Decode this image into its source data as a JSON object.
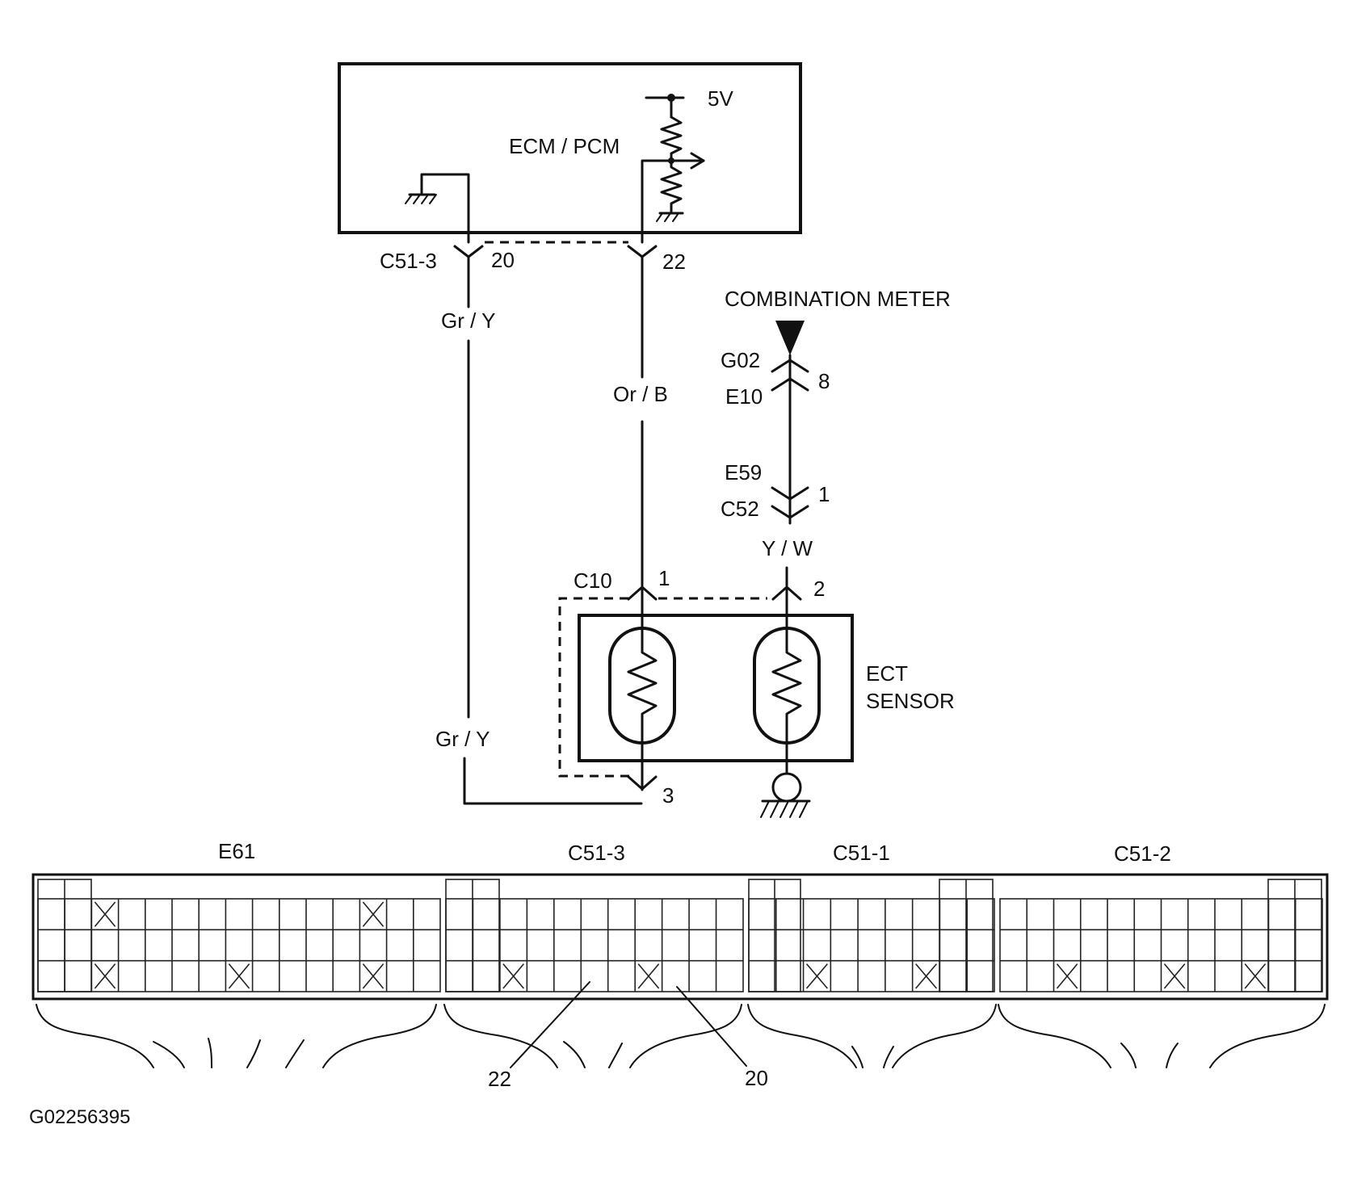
{
  "ecm": {
    "label": "ECM / PCM",
    "supply": "5V"
  },
  "ecm_connectors": {
    "name": "C51-3",
    "pin_ground": "20",
    "pin_signal": "22"
  },
  "wires": {
    "ground_wire": "Gr / Y",
    "ground_wire_lower": "Gr / Y",
    "signal_wire": "Or / B",
    "meter_wire": "Y / W"
  },
  "combination_meter": {
    "title": "COMBINATION METER",
    "connector_top": "G02",
    "connector_bottom": "E10",
    "pin_top": "8",
    "connector2_top": "E59",
    "connector2_bottom": "C52",
    "pin2": "1"
  },
  "sensor": {
    "name_line1": "ECT",
    "name_line2": "SENSOR",
    "connector": "C10",
    "pin1": "1",
    "pin2": "2",
    "pin3": "3"
  },
  "connector_views": [
    {
      "label": "E61"
    },
    {
      "label": "C51-3"
    },
    {
      "label": "C51-1"
    },
    {
      "label": "C51-2"
    }
  ],
  "callouts": {
    "pin22": "22",
    "pin20": "20"
  },
  "figure_id": "G02256395"
}
